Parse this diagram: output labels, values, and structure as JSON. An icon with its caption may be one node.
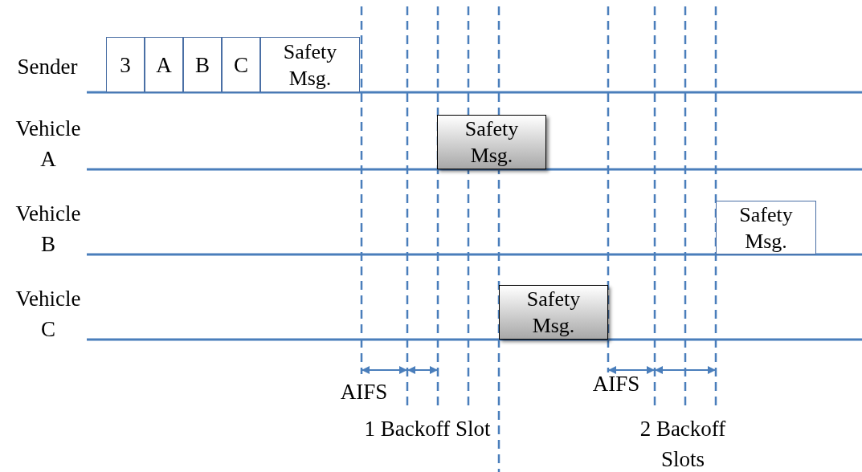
{
  "diagram": {
    "nodes": [
      {
        "text": [
          "3"
        ]
      },
      {
        "text": [
          "A"
        ]
      },
      {
        "text": [
          "B"
        ]
      },
      {
        "text": [
          "C"
        ]
      },
      {
        "text": [
          "Safety Msg."
        ]
      },
      {
        "text": [
          "Safety Msg."
        ]
      },
      {
        "text": [
          "Safety Msg."
        ]
      },
      {
        "text": [
          "Safety Msg."
        ]
      }
    ],
    "labels": [
      "Sender",
      "Vehicle A",
      "Vehicle B",
      "Vehicle C",
      "AIFS",
      "AIFS",
      "1 Backoff Slot",
      "2 Backoff Slots"
    ]
  }
}
